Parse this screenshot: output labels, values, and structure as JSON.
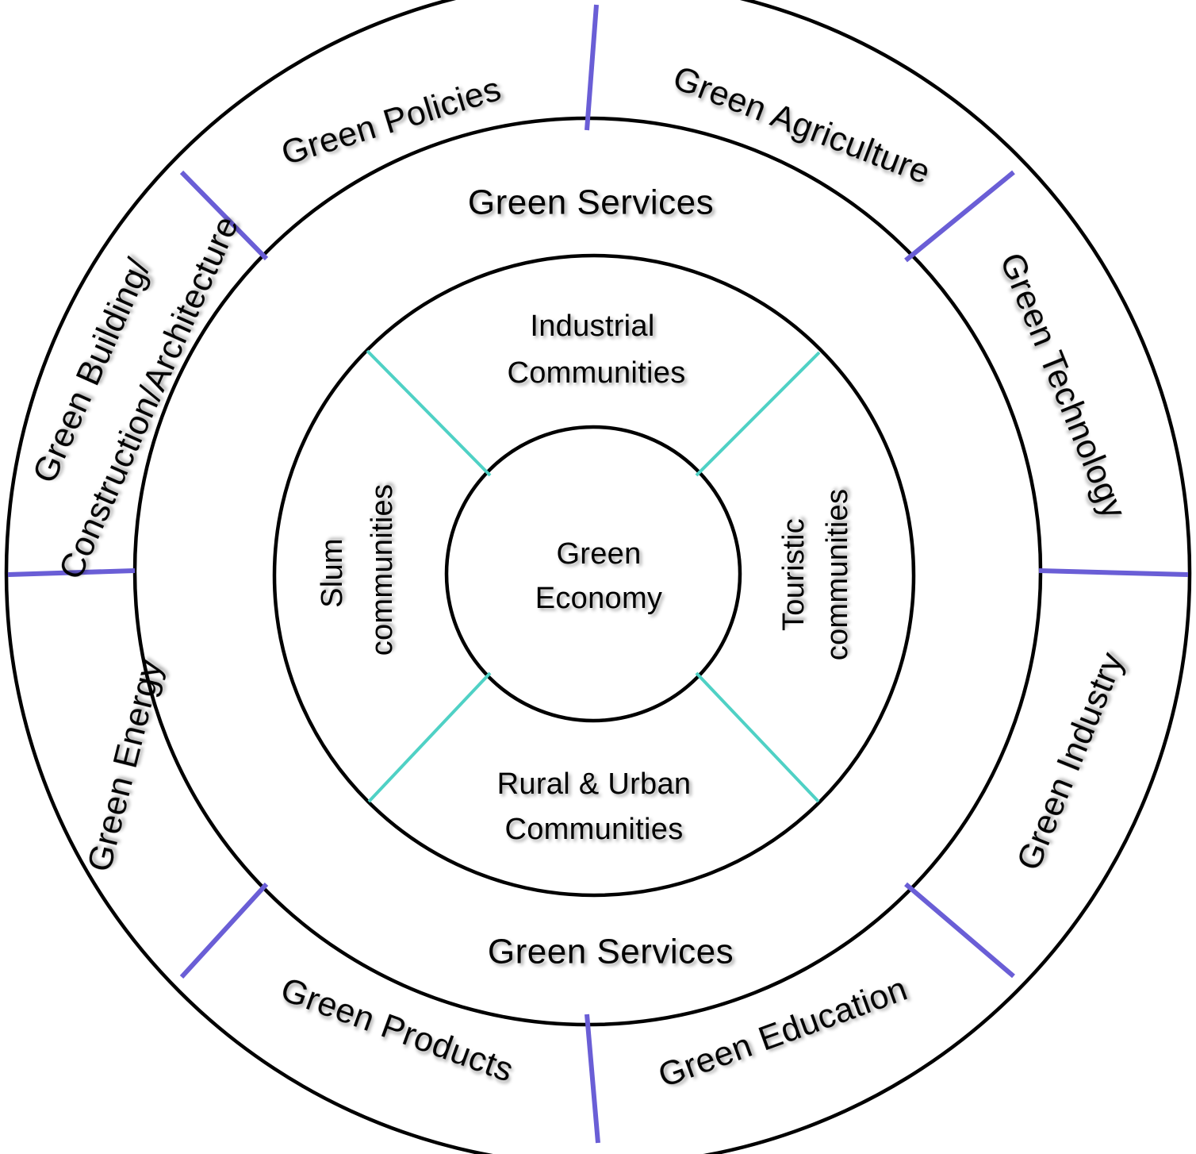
{
  "core": {
    "line1": "Green",
    "line2": "Economy"
  },
  "communities": {
    "industrial": {
      "line1": "Industrial",
      "line2": "Communities"
    },
    "touristic": {
      "line1": "Touristic",
      "line2": "communities"
    },
    "rural_urban": {
      "line1": "Rural & Urban",
      "line2": "Communities"
    },
    "slum": {
      "line1": "Slum",
      "line2": "communities"
    }
  },
  "services": {
    "top": "Green Services",
    "bottom": "Green Services"
  },
  "outer_sectors": {
    "policies": "Green Policies",
    "agriculture": "Green Agriculture",
    "technology": "Green Technology",
    "industry": "Green Industry",
    "education": "Green Education",
    "products": "Green Products",
    "energy": "Green Energy",
    "building_line1": "Green Building/",
    "building_line2": "Construction/Architecture"
  },
  "colors": {
    "ring_stroke": "#000000",
    "outer_divider": "#6a5ed6",
    "inner_divider": "#4fd1c5",
    "text": "#000000",
    "background": "#ffffff"
  }
}
